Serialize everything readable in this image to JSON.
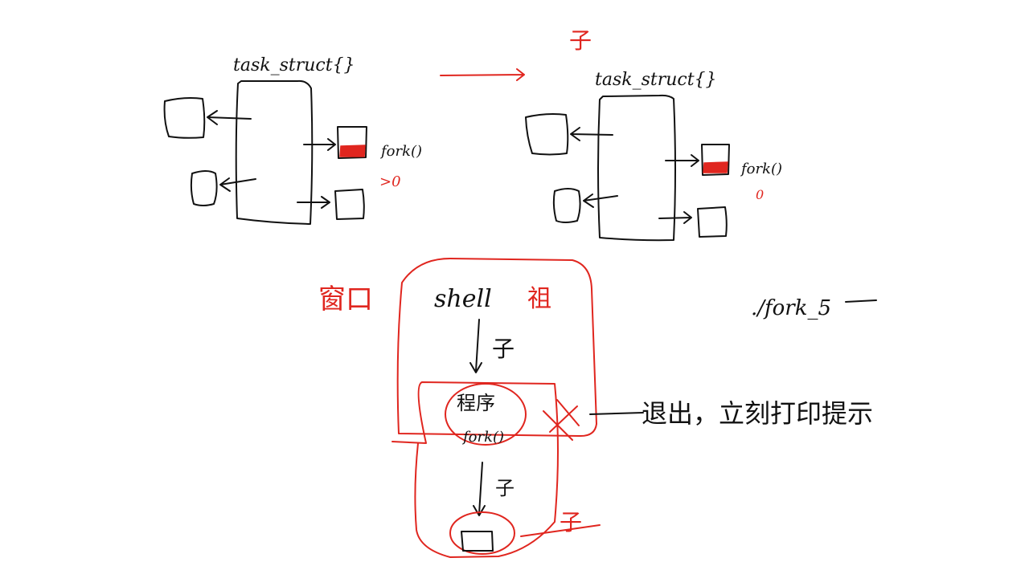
{
  "colors": {
    "ink": "#111111",
    "accent": "#e0261f"
  },
  "left_diagram": {
    "struct_label": "task_struct{}",
    "fork_label": "fork()",
    "return_value": ">0"
  },
  "right_diagram": {
    "child_label": "子",
    "struct_label": "task_struct{}",
    "fork_label": "fork()",
    "return_value": "0"
  },
  "shell_diagram": {
    "window_label": "窗口",
    "shell_label": "shell",
    "grandparent_label": "祖",
    "child_label_1": "子",
    "program_label": "程序",
    "program_fork_label": "fork()",
    "child_label_2": "子",
    "bottom_child_label": "子",
    "note": "退出，立刻打印提示",
    "command": "./fork_5"
  }
}
